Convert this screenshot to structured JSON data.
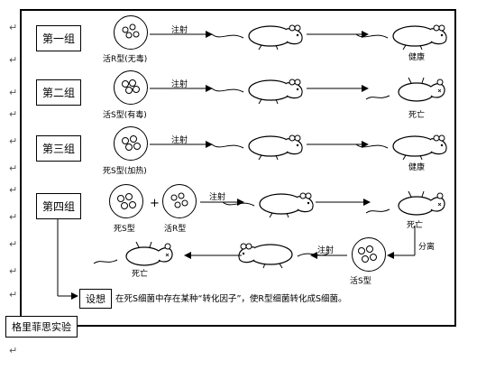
{
  "paragraph_mark": "↵",
  "groups": [
    {
      "name": "第一组",
      "strain": "活R型(无毒)",
      "inject": "注射",
      "result": "健康"
    },
    {
      "name": "第二组",
      "strain": "活S型(有毒)",
      "inject": "注射",
      "result": "死亡"
    },
    {
      "name": "第三组",
      "strain": "死S型(加热)",
      "inject": "注射",
      "result": "健康"
    },
    {
      "name": "第四组",
      "strain_a": "死S型",
      "plus": "+",
      "strain_b": "活R型",
      "inject": "注射",
      "result": "死亡"
    }
  ],
  "isolate": "分离",
  "isolated_strain": "活S型",
  "reinject": "注射",
  "final_result": "死亡",
  "hypothesis": {
    "label": "设想",
    "text": "在死S细菌中存在某种“转化因子”，使R型细菌转化成S细菌。"
  },
  "title": "格里菲思实验"
}
